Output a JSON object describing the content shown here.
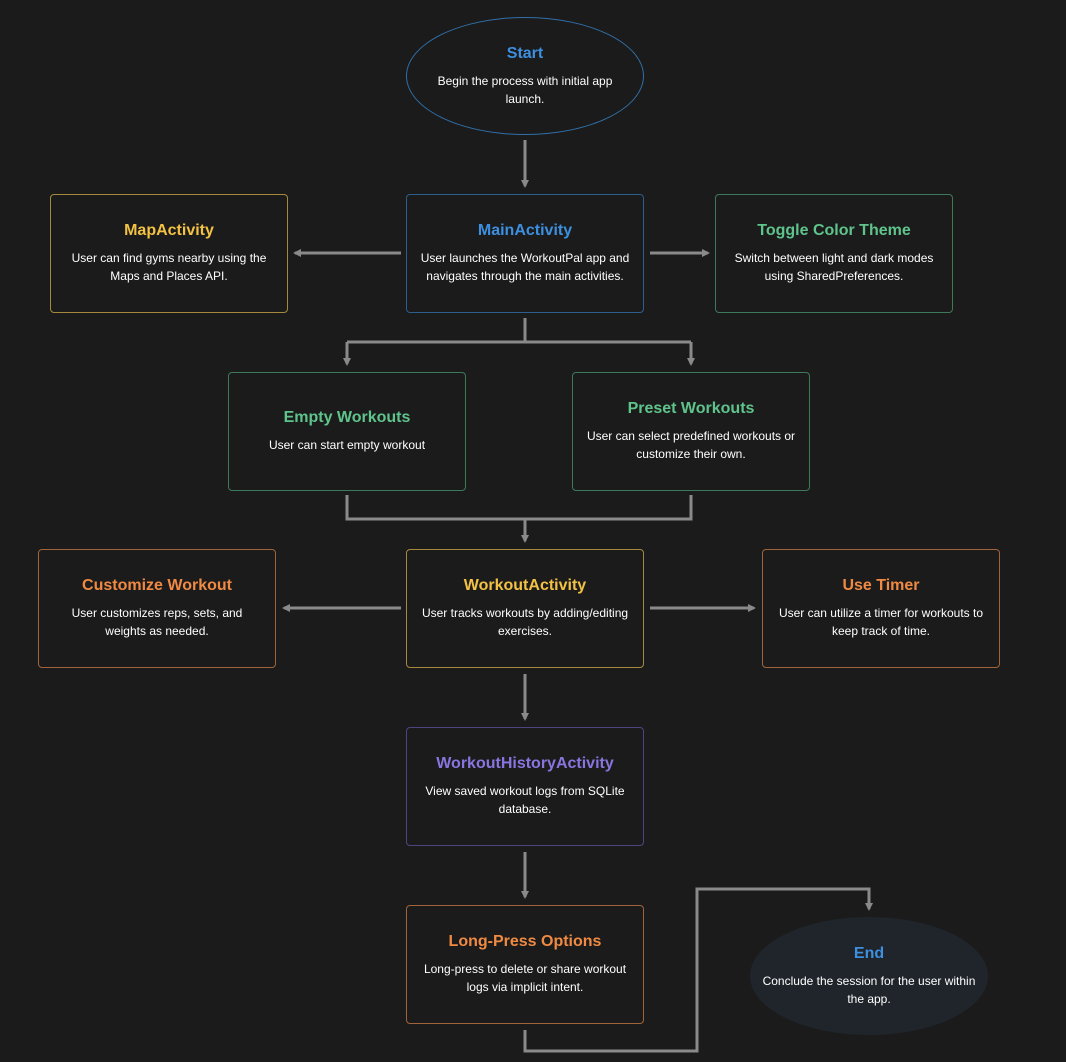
{
  "nodes": {
    "start": {
      "title": "Start",
      "description": "Begin the process with initial app launch."
    },
    "map_activity": {
      "title": "MapActivity",
      "description": "User can find gyms nearby using the Maps and Places API."
    },
    "main_activity": {
      "title": "MainActivity",
      "description": "User launches the WorkoutPal app and navigates through the main activities."
    },
    "toggle_theme": {
      "title": "Toggle Color Theme",
      "description": "Switch between light and dark modes using SharedPreferences."
    },
    "empty_workouts": {
      "title": "Empty Workouts",
      "description": "User can start empty workout"
    },
    "preset_workouts": {
      "title": "Preset Workouts",
      "description": "User can select predefined workouts or customize their own."
    },
    "customize_workout": {
      "title": "Customize Workout",
      "description": "User customizes reps, sets, and weights as needed."
    },
    "workout_activity": {
      "title": "WorkoutActivity",
      "description": "User tracks workouts by adding/editing exercises."
    },
    "use_timer": {
      "title": "Use Timer",
      "description": "User can utilize a timer for workouts to keep track of time."
    },
    "workout_history": {
      "title": "WorkoutHistoryActivity",
      "description": "View saved workout logs from SQLite database."
    },
    "long_press": {
      "title": "Long-Press Options",
      "description": "Long-press to delete or share workout logs via implicit intent."
    },
    "end": {
      "title": "End",
      "description": "Conclude the session for the user within the app."
    }
  },
  "colors": {
    "background": "#1b1b1b",
    "connector": "#8a8a8a",
    "blue": "#3d8fe0",
    "yellow": "#f3c244",
    "green": "#5fc48c",
    "orange": "#f08a43",
    "purple": "#8a75e0"
  }
}
